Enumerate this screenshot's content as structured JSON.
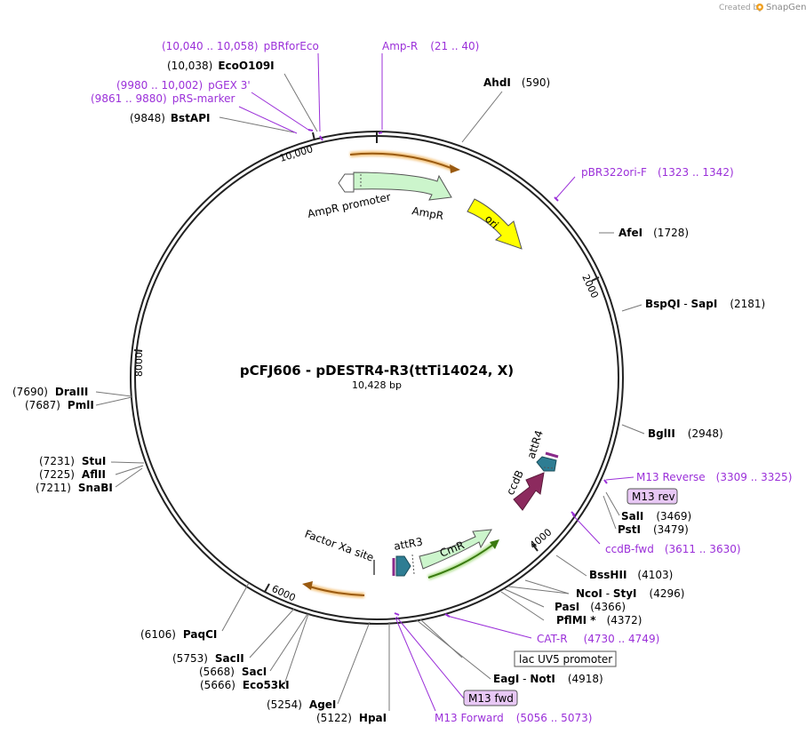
{
  "credit": {
    "prefix": "Created by",
    "brand": "SnapGene"
  },
  "plasmid": {
    "name": "pCFJ606 - pDESTR4-R3(ttTi14024, X)",
    "length": "10,428 bp"
  },
  "ticks": [
    "2000",
    "4000",
    "6000",
    "8000",
    "10,000"
  ],
  "features": {
    "amp_promoter": "AmpR promoter",
    "ampr": "AmpR",
    "ori": "ori",
    "attr4": "attR4",
    "ccdb": "ccdB",
    "factor_xa": "Factor Xa site",
    "attr3": "attR3",
    "cmr": "CmR"
  },
  "sites": {
    "pbrforeco": {
      "range": "(10,040 .. 10,058)",
      "name": "pBRforEco"
    },
    "eco0109i": {
      "pos": "(10,038)",
      "name": "EcoO109I"
    },
    "pgex3": {
      "range": "(9980 .. 10,002)",
      "name": "pGEX 3'"
    },
    "prs": {
      "range": "(9861 .. 9880)",
      "name": "pRS-marker"
    },
    "bstapi": {
      "pos": "(9848)",
      "name": "BstAPI"
    },
    "ampr_primer": {
      "name": "Amp-R",
      "range": "(21 .. 40)"
    },
    "ahdi": {
      "name": "AhdI",
      "pos": "(590)"
    },
    "pbr322": {
      "name": "pBR322ori-F",
      "range": "(1323 .. 1342)"
    },
    "afei": {
      "name": "AfeI",
      "pos": "(1728)"
    },
    "bspqi": {
      "name": "BspQI",
      "sep": " - ",
      "name2": "SapI",
      "pos": "(2181)"
    },
    "bglii": {
      "name": "BglII",
      "pos": "(2948)"
    },
    "m13rev": {
      "name": "M13 Reverse",
      "range": "(3309 .. 3325)",
      "box": "M13 rev"
    },
    "sali": {
      "name": "SalI",
      "pos": "(3469)"
    },
    "psti": {
      "name": "PstI",
      "pos": "(3479)"
    },
    "ccdbfwd": {
      "name": "ccdB-fwd",
      "range": "(3611 .. 3630)"
    },
    "bsshii": {
      "name": "BssHII",
      "pos": "(4103)"
    },
    "ncoi": {
      "name": "NcoI",
      "sep": " - ",
      "name2": "StyI",
      "pos": "(4296)"
    },
    "pasi": {
      "name": "PasI",
      "pos": "(4366)"
    },
    "pflmi": {
      "name": "PflMI *",
      "pos": "(4372)"
    },
    "catr": {
      "name": "CAT-R",
      "range": "(4730 .. 4749)"
    },
    "lacuv5": {
      "name": "lac UV5 promoter"
    },
    "eagi": {
      "name": "EagI",
      "sep": " - ",
      "name2": "NotI",
      "pos": "(4918)"
    },
    "m13fwd": {
      "box": "M13 fwd",
      "name": "M13 Forward",
      "range": "(5056 .. 5073)"
    },
    "hpai": {
      "pos": "(5122)",
      "name": "HpaI"
    },
    "agei": {
      "pos": "(5254)",
      "name": "AgeI"
    },
    "eco53ki": {
      "pos": "(5666)",
      "name": "Eco53kI"
    },
    "saci": {
      "pos": "(5668)",
      "name": "SacI"
    },
    "sacii": {
      "pos": "(5753)",
      "name": "SacII"
    },
    "paqci": {
      "pos": "(6106)",
      "name": "PaqCI"
    },
    "snabi": {
      "pos": "(7211)",
      "name": "SnaBI"
    },
    "aflii": {
      "pos": "(7225)",
      "name": "AflII"
    },
    "stui": {
      "pos": "(7231)",
      "name": "StuI"
    },
    "pmli": {
      "pos": "(7687)",
      "name": "PmlI"
    },
    "draiii": {
      "pos": "(7690)",
      "name": "DraIII"
    }
  }
}
